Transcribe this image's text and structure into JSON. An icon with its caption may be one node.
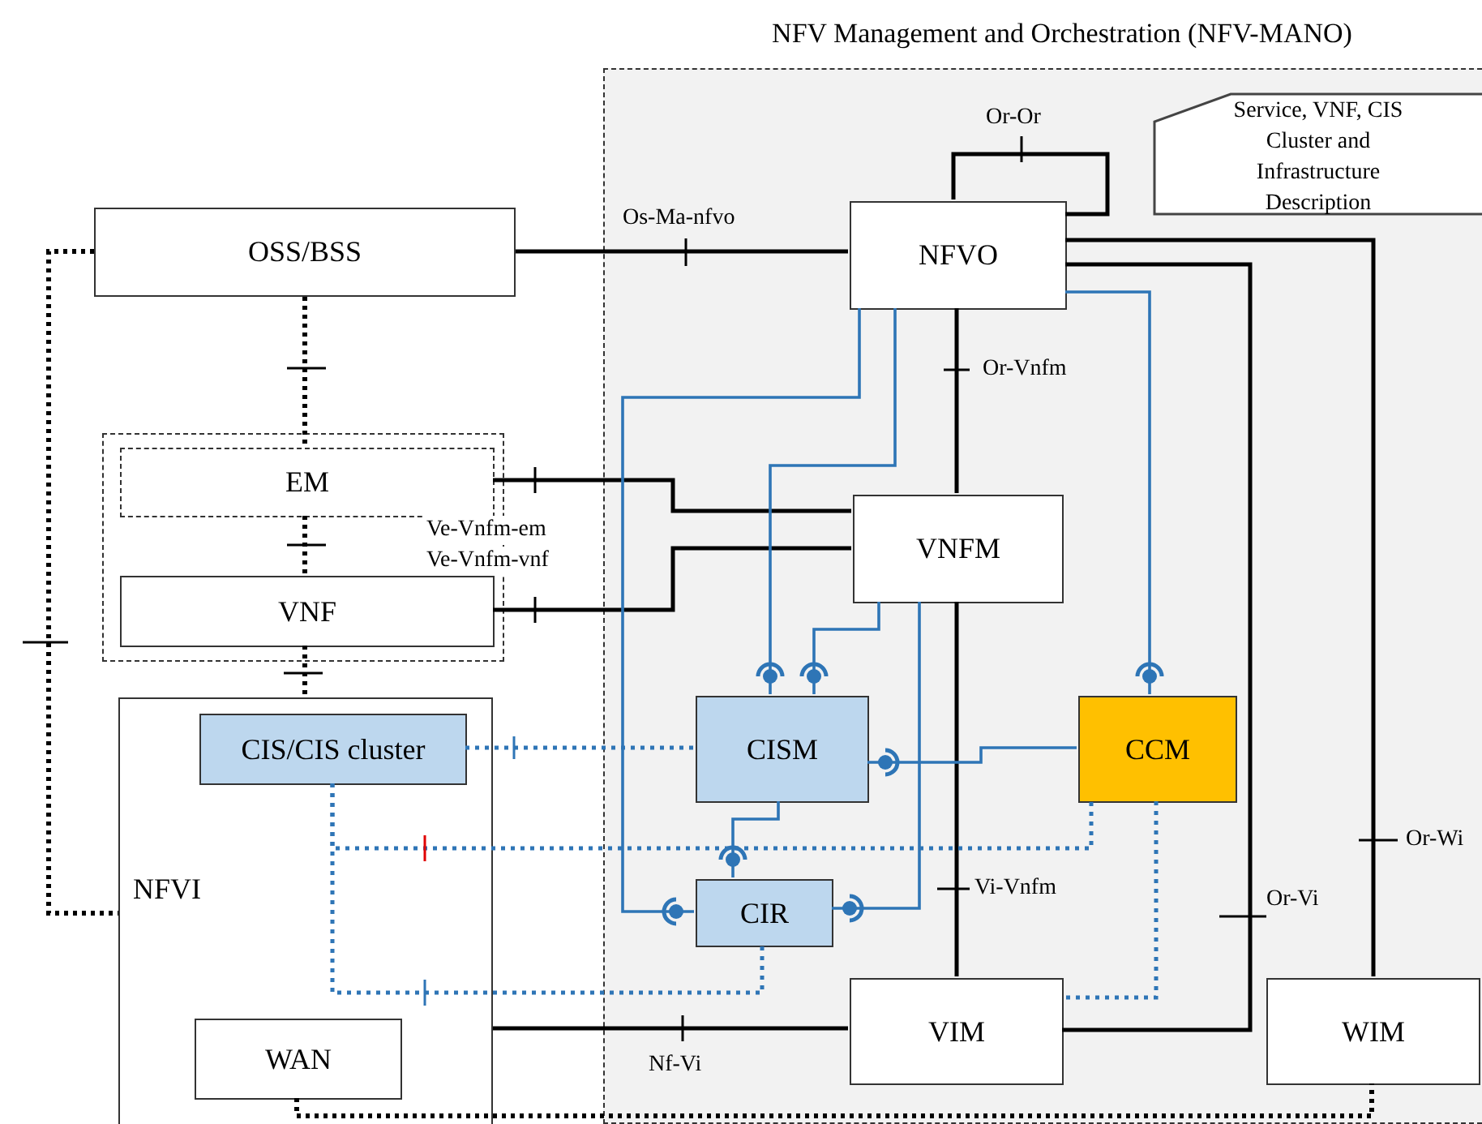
{
  "diagram": {
    "nodes": [
      {
        "text": [
          "NFV Management and Orchestration (NFV-MANO)"
        ]
      },
      {
        "text": [
          "Service, VNF, CIS Cluster and Infrastructure Description"
        ],
        "in": 0
      },
      {
        "text": [
          "OSS/BSS"
        ]
      },
      {
        "text": [
          "NFVO"
        ],
        "in": 0
      },
      {
        "text": [],
        "shape": "box"
      },
      {
        "text": [
          "EM"
        ],
        "in": 4
      },
      {
        "text": [
          "VNF"
        ],
        "in": 4
      },
      {
        "text": [
          "VNFM"
        ],
        "in": 0
      },
      {
        "text": [
          "NFVI"
        ]
      },
      {
        "text": [
          "CIS/CIS cluster"
        ],
        "in": 8
      },
      {
        "text": [
          "CISM"
        ],
        "in": 0
      },
      {
        "text": [
          "CCM"
        ],
        "in": 0
      },
      {
        "text": [
          "CIR"
        ],
        "in": 0
      },
      {
        "text": [
          "VIM"
        ],
        "in": 0
      },
      {
        "text": [
          "WIM"
        ],
        "in": 0
      },
      {
        "text": [
          "WAN"
        ],
        "in": 8
      }
    ],
    "edges": [
      {
        "from": 2,
        "to": 3,
        "arrow": "none",
        "label": "Os-Ma-nfvo"
      },
      {
        "from": 3,
        "to": 3,
        "arrow": "none",
        "label": "Or-Or"
      },
      {
        "from": 3,
        "to": 7,
        "arrow": "none",
        "label": "Or-Vnfm"
      },
      {
        "from": 2,
        "to": 5,
        "arrow": "none",
        "style": "dashed"
      },
      {
        "from": 5,
        "to": 6,
        "arrow": "none",
        "style": "dashed"
      },
      {
        "from": 6,
        "to": 8,
        "arrow": "none",
        "style": "dashed"
      },
      {
        "from": 2,
        "to": 8,
        "arrow": "none",
        "style": "dashed"
      },
      {
        "from": 5,
        "to": 7,
        "arrow": "none",
        "label": "Ve-Vnfm-em"
      },
      {
        "from": 6,
        "to": 7,
        "arrow": "none",
        "label": "Ve-Vnfm-vnf"
      },
      {
        "from": 3,
        "to": 14,
        "arrow": "none",
        "label": "Or-Wi"
      },
      {
        "from": 3,
        "to": 13,
        "arrow": "none",
        "label": "Or-Vi"
      },
      {
        "from": 7,
        "to": 13,
        "arrow": "none",
        "label": "Vi-Vnfm"
      },
      {
        "from": 8,
        "to": 13,
        "arrow": "none",
        "label": "Nf-Vi"
      },
      {
        "from": 15,
        "to": 14,
        "arrow": "none",
        "style": "dashed"
      },
      {
        "from": 3,
        "to": 12,
        "arrow": "other",
        "color": "#2e75b6"
      },
      {
        "from": 3,
        "to": 10,
        "arrow": "other",
        "color": "#2e75b6"
      },
      {
        "from": 3,
        "to": 11,
        "arrow": "other",
        "color": "#2e75b6"
      },
      {
        "from": 7,
        "to": 10,
        "arrow": "other",
        "color": "#2e75b6"
      },
      {
        "from": 7,
        "to": 12,
        "arrow": "other",
        "color": "#2e75b6"
      },
      {
        "from": 11,
        "to": 10,
        "arrow": "other",
        "color": "#2e75b6"
      },
      {
        "from": 10,
        "to": 12,
        "arrow": "other",
        "color": "#2e75b6"
      },
      {
        "from": 9,
        "to": 10,
        "arrow": "none",
        "style": "dashed",
        "color": "#2e75b6"
      },
      {
        "from": 9,
        "to": 11,
        "arrow": "none",
        "style": "dashed",
        "color": "#2e75b6"
      },
      {
        "from": 9,
        "to": 12,
        "arrow": "none",
        "style": "dashed",
        "color": "#2e75b6"
      },
      {
        "from": 11,
        "to": 13,
        "arrow": "none",
        "style": "dashed",
        "color": "#2e75b6"
      }
    ]
  }
}
